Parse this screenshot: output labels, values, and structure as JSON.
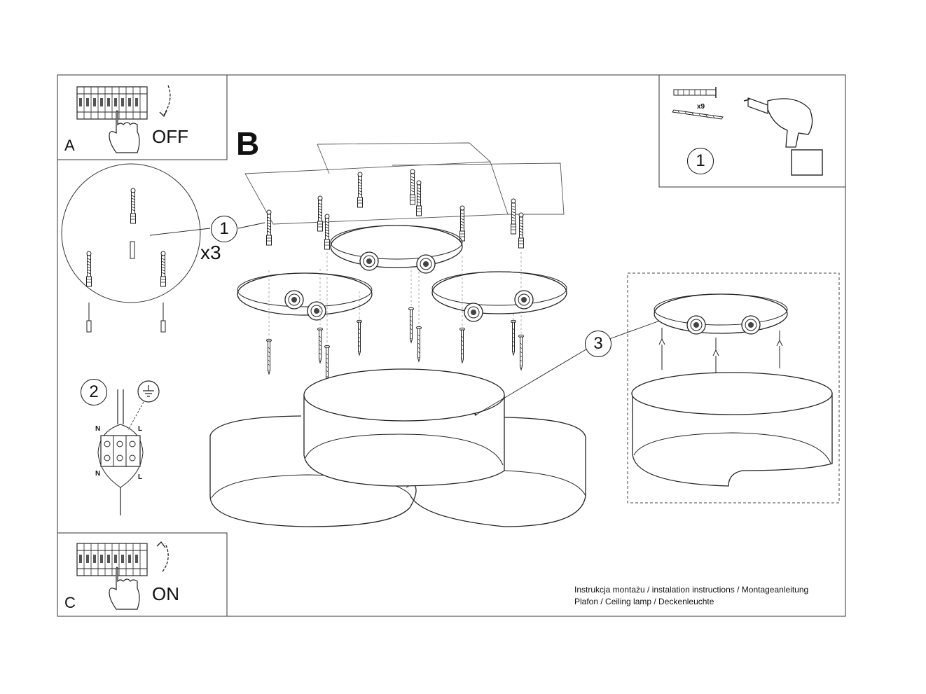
{
  "panels": {
    "a": {
      "letter": "A",
      "switch_text": "OFF"
    },
    "b": {
      "letter": "B"
    },
    "c": {
      "letter": "C",
      "switch_text": "ON"
    }
  },
  "tools": {
    "step_number": "1",
    "count_label": "x9"
  },
  "steps": {
    "mount_step": "1",
    "mount_multiplier": "x3",
    "wiring_step": "2",
    "shade_step": "3"
  },
  "wiring": {
    "n_top": "N",
    "l_top": "L",
    "n_bottom": "N",
    "l_bottom": "L"
  },
  "footer": {
    "line1": "Instrukcja montażu / instalation instructions / Montageanleitung",
    "line2": "Plafon / Ceiling lamp / Deckenleuchte"
  }
}
